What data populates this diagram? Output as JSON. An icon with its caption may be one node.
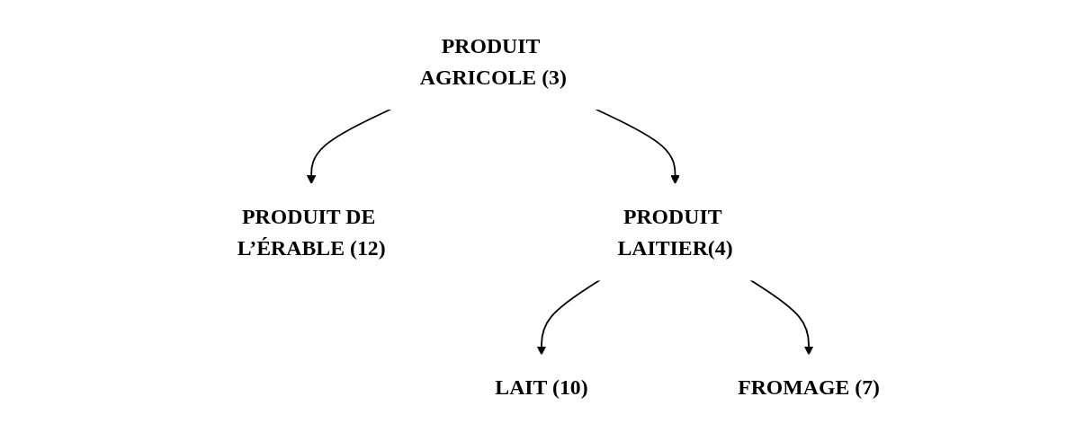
{
  "diagram": {
    "nodes": [
      {
        "text": [
          "PRODUIT AGRICOLE (3)"
        ]
      },
      {
        "text": [
          "PRODUIT DE L’ÉRABLE (12)"
        ]
      },
      {
        "text": [
          "PRODUIT LAITIER(4)"
        ]
      },
      {
        "text": [
          "LAIT (10)"
        ]
      },
      {
        "text": [
          "FROMAGE (7)"
        ]
      }
    ],
    "edges": [
      {
        "from": 0,
        "to": 1,
        "arrow": "to"
      },
      {
        "from": 0,
        "to": 2,
        "arrow": "to"
      },
      {
        "from": 2,
        "to": 3,
        "arrow": "to"
      },
      {
        "from": 2,
        "to": 4,
        "arrow": "to"
      }
    ]
  }
}
